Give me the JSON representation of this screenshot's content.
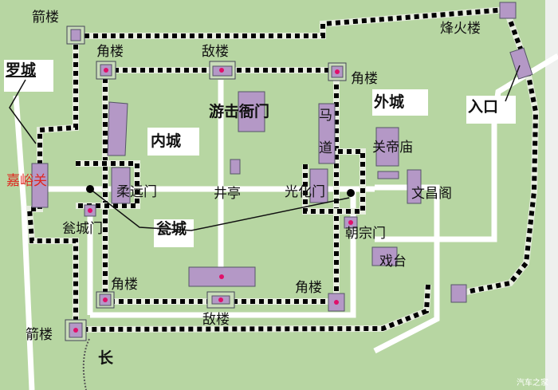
{
  "labels": {
    "arrow_tower_top": "箭楼",
    "corner_tower_nw": "角楼",
    "enemy_tower_top": "敌楼",
    "luo_city": "罗城",
    "garrison_office": "游击衙门",
    "inner_city": "内城",
    "jiayuguan": "嘉峪关",
    "rouyuan_gate": "柔远门",
    "well_pavilion": "井亭",
    "guanghua_gate": "光化门",
    "horse_ramp_1": "马",
    "horse_ramp_2": "道",
    "outer_city": "外城",
    "guandi_temple": "关帝庙",
    "wenchang_pavilion": "文昌阁",
    "beacon_tower": "烽火楼",
    "entrance": "入口",
    "corner_tower_ne": "角楼",
    "weng_gate": "瓮城门",
    "weng_city": "瓮城",
    "chaozong_gate": "朝宗门",
    "stage": "戏台",
    "corner_tower_sw": "角楼",
    "corner_tower_se": "角楼",
    "enemy_tower_bottom": "敌楼",
    "arrow_tower_bottom": "箭楼",
    "great_wall": "长",
    "watermark": "汽车之家"
  },
  "colors": {
    "background": "#b7d6a2",
    "building": "#b498c6",
    "marker": "#e0106a",
    "highlight_label": "#e0261e"
  }
}
